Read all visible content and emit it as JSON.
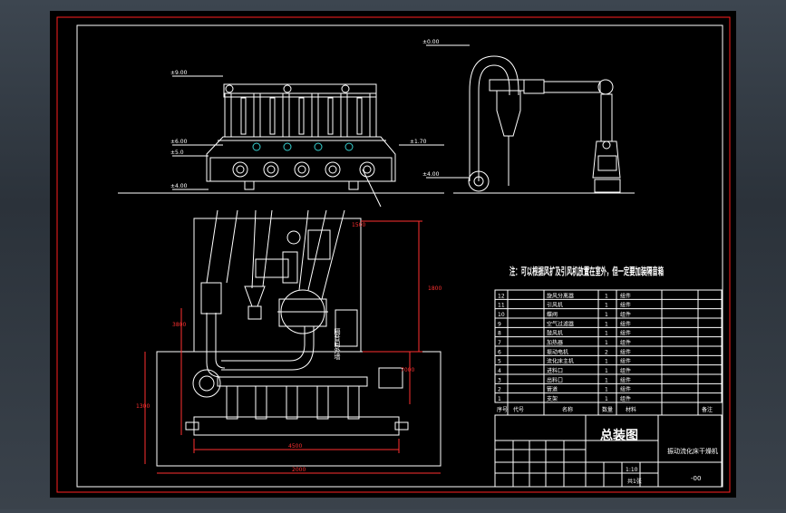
{
  "drawing": {
    "title_block_title": "总装图",
    "product_name": "振动流化床干燥机",
    "drawing_no": "-00",
    "note": "注：可以根据风扩及引风机放置在室外，但一定要加装隔音箱",
    "scale": "1:10",
    "sheet": "共1张"
  },
  "elevation_labels": [
    "±9.00",
    "±6.00",
    "±1.70",
    "±5.0",
    "±4.00",
    "±0.00",
    "±4.00"
  ],
  "dimension_labels": [
    "1500",
    "1800",
    "7000",
    "1300",
    "4500",
    "2000",
    "3800"
  ],
  "parts": [
    {
      "no": "12",
      "name": "旋风分离器",
      "qty": "1",
      "mat": "组件"
    },
    {
      "no": "11",
      "name": "引风机",
      "qty": "1",
      "mat": "组件"
    },
    {
      "no": "10",
      "name": "蝶阀",
      "qty": "1",
      "mat": "组件"
    },
    {
      "no": "9",
      "name": "空气过滤器",
      "qty": "1",
      "mat": "组件"
    },
    {
      "no": "8",
      "name": "鼓风机",
      "qty": "1",
      "mat": "组件"
    },
    {
      "no": "7",
      "name": "加热器",
      "qty": "1",
      "mat": "组件"
    },
    {
      "no": "6",
      "name": "振动电机",
      "qty": "2",
      "mat": "组件"
    },
    {
      "no": "5",
      "name": "流化床主机",
      "qty": "1",
      "mat": "组件"
    },
    {
      "no": "4",
      "name": "进料口",
      "qty": "1",
      "mat": "组件"
    },
    {
      "no": "3",
      "name": "出料口",
      "qty": "1",
      "mat": "组件"
    },
    {
      "no": "2",
      "name": "管道",
      "qty": "1",
      "mat": "组件"
    },
    {
      "no": "1",
      "name": "支架",
      "qty": "1",
      "mat": "组件"
    }
  ],
  "table_header": [
    "序号",
    "代号",
    "名称",
    "数量",
    "材料",
    "备注"
  ],
  "control_box_label": "隔音间外墙",
  "colors": {
    "background": "#000000",
    "line": "#ffffff",
    "dimension": "#ff3030",
    "title": "#ffffff"
  }
}
